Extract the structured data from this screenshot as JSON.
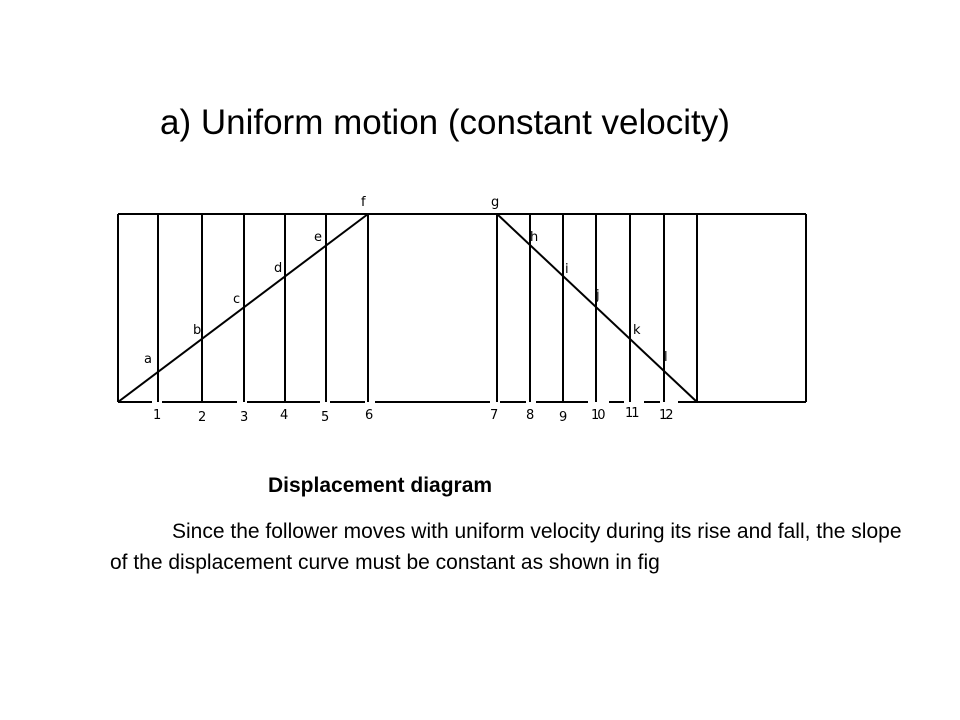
{
  "title": "a) Uniform motion (constant velocity)",
  "diagram": {
    "point_labels": [
      "a",
      "b",
      "c",
      "d",
      "e",
      "f",
      "g",
      "h",
      "i",
      "j",
      "k",
      "l"
    ],
    "division_labels": [
      "1",
      "2",
      "3",
      "4",
      "5",
      "6",
      "7",
      "8",
      "9",
      "10",
      "11",
      "12"
    ]
  },
  "caption": "Displacement diagram",
  "body": "Since the follower moves with uniform velocity during its rise and fall, the slope of the displacement curve must be constant as shown in fig"
}
